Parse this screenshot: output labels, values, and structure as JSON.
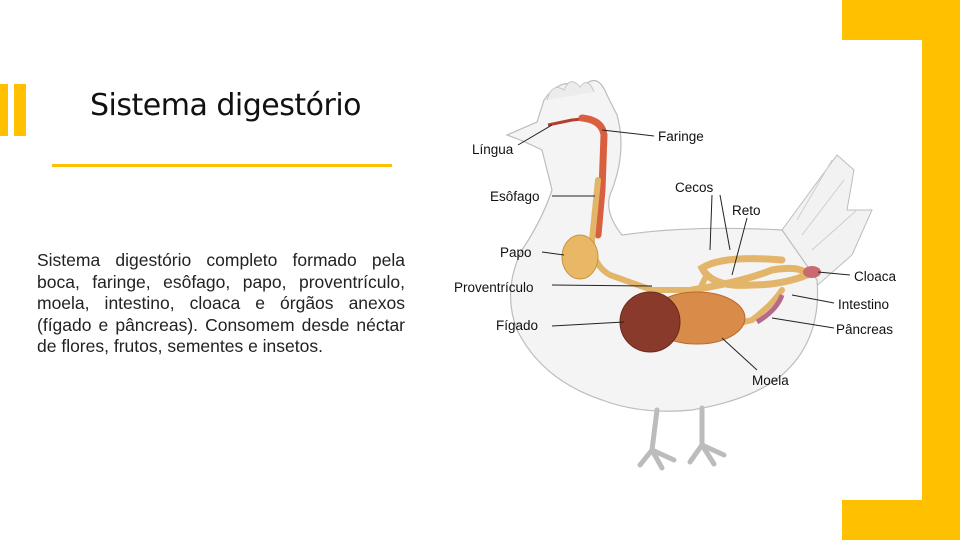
{
  "slide": {
    "title": "Sistema digestório",
    "body": "Sistema digestório completo formado pela boca, faringe, esôfago, papo, proventrículo, moela, intestino, cloaca e órgãos anexos (fígado e pâncreas). Consomem desde néctar de flores, frutos, sementes e insetos."
  },
  "colors": {
    "accent": "#FFC000"
  },
  "diagram": {
    "labels": {
      "lingua": "Língua",
      "faringe": "Faringe",
      "esofago": "Esôfago",
      "cecos": "Cecos",
      "reto": "Reto",
      "papo": "Papo",
      "proventriculo": "Proventrículo",
      "cloaca": "Cloaca",
      "intestino": "Intestino",
      "figado": "Fígado",
      "pancreas": "Pâncreas",
      "moela": "Moela"
    }
  }
}
